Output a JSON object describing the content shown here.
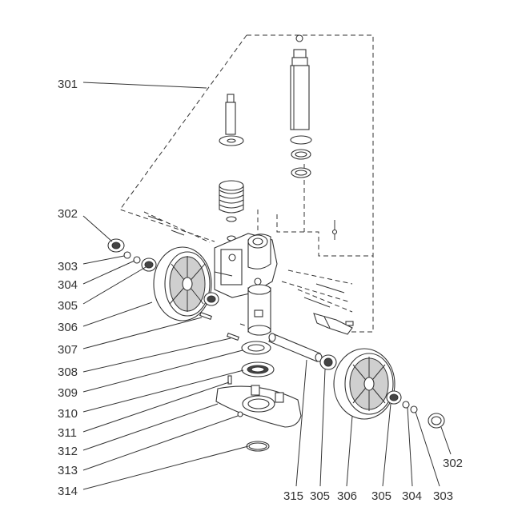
{
  "diagram": {
    "callouts": [
      "301",
      "302",
      "303",
      "304",
      "305",
      "306",
      "307",
      "308",
      "309",
      "310",
      "311",
      "312",
      "313",
      "314",
      "315",
      "305",
      "306",
      "305",
      "304",
      "303",
      "302"
    ]
  }
}
